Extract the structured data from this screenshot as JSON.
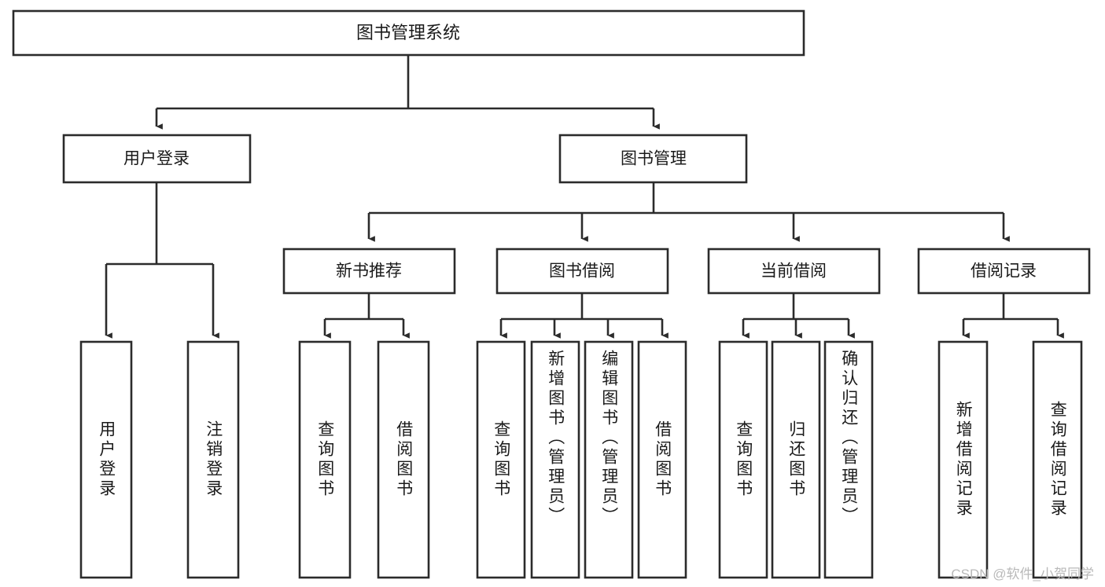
{
  "diagram": {
    "title": "图书管理系统",
    "type": "tree",
    "watermark": "CSDN @软件_小贺同学",
    "colors": {
      "stroke": "#2b2b2b",
      "fill": "#ffffff",
      "text": "#1a1a1a",
      "watermark": "#b9b9b9"
    },
    "root": {
      "id": "root",
      "label": "图书管理系统",
      "orientation": "horizontal"
    },
    "level2": [
      {
        "id": "user-login",
        "label": "用户登录",
        "orientation": "horizontal"
      },
      {
        "id": "book-manage",
        "label": "图书管理",
        "orientation": "horizontal"
      }
    ],
    "level3": [
      {
        "id": "new-book-recommend",
        "label": "新书推荐",
        "orientation": "horizontal",
        "parent": "book-manage"
      },
      {
        "id": "book-borrow",
        "label": "图书借阅",
        "orientation": "horizontal",
        "parent": "book-manage"
      },
      {
        "id": "current-borrow",
        "label": "当前借阅",
        "orientation": "horizontal",
        "parent": "book-manage"
      },
      {
        "id": "borrow-record",
        "label": "借阅记录",
        "orientation": "horizontal",
        "parent": "book-manage"
      }
    ],
    "leaves": [
      {
        "id": "leaf-user-login",
        "label": "用户登录",
        "orientation": "vertical",
        "parent": "user-login"
      },
      {
        "id": "leaf-logout-login",
        "label": "注销登录",
        "orientation": "vertical",
        "parent": "user-login"
      },
      {
        "id": "leaf-query-book-1",
        "label": "查询图书",
        "orientation": "vertical",
        "parent": "new-book-recommend"
      },
      {
        "id": "leaf-borrow-book-1",
        "label": "借阅图书",
        "orientation": "vertical",
        "parent": "new-book-recommend"
      },
      {
        "id": "leaf-query-book-2",
        "label": "查询图书",
        "orientation": "vertical",
        "parent": "book-borrow"
      },
      {
        "id": "leaf-add-book-admin",
        "label": "新增图书（管理员）",
        "orientation": "vertical",
        "parent": "book-borrow"
      },
      {
        "id": "leaf-edit-book-admin",
        "label": "编辑图书（管理员）",
        "orientation": "vertical",
        "parent": "book-borrow"
      },
      {
        "id": "leaf-borrow-book-2",
        "label": "借阅图书",
        "orientation": "vertical",
        "parent": "book-borrow"
      },
      {
        "id": "leaf-query-book-3",
        "label": "查询图书",
        "orientation": "vertical",
        "parent": "current-borrow"
      },
      {
        "id": "leaf-return-book",
        "label": "归还图书",
        "orientation": "vertical",
        "parent": "current-borrow"
      },
      {
        "id": "leaf-confirm-return-admin",
        "label": "确认归还（管理员）",
        "orientation": "vertical",
        "parent": "current-borrow"
      },
      {
        "id": "leaf-add-borrow-record",
        "label": "新增借阅记录",
        "orientation": "vertical",
        "parent": "borrow-record"
      },
      {
        "id": "leaf-query-borrow-record",
        "label": "查询借阅记录",
        "orientation": "vertical",
        "parent": "borrow-record"
      }
    ]
  }
}
